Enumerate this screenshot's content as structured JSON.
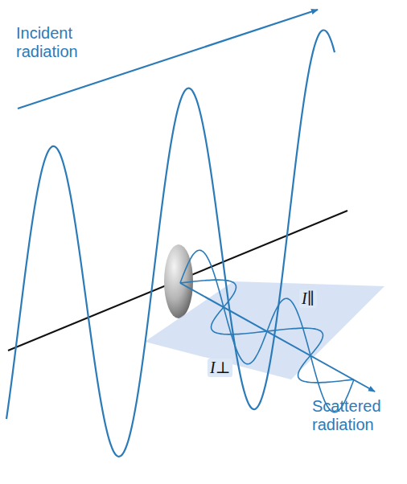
{
  "diagram": {
    "labels": [
      "Incident radiation",
      "Scattered radiation",
      "I∥",
      "I⊥"
    ]
  }
}
